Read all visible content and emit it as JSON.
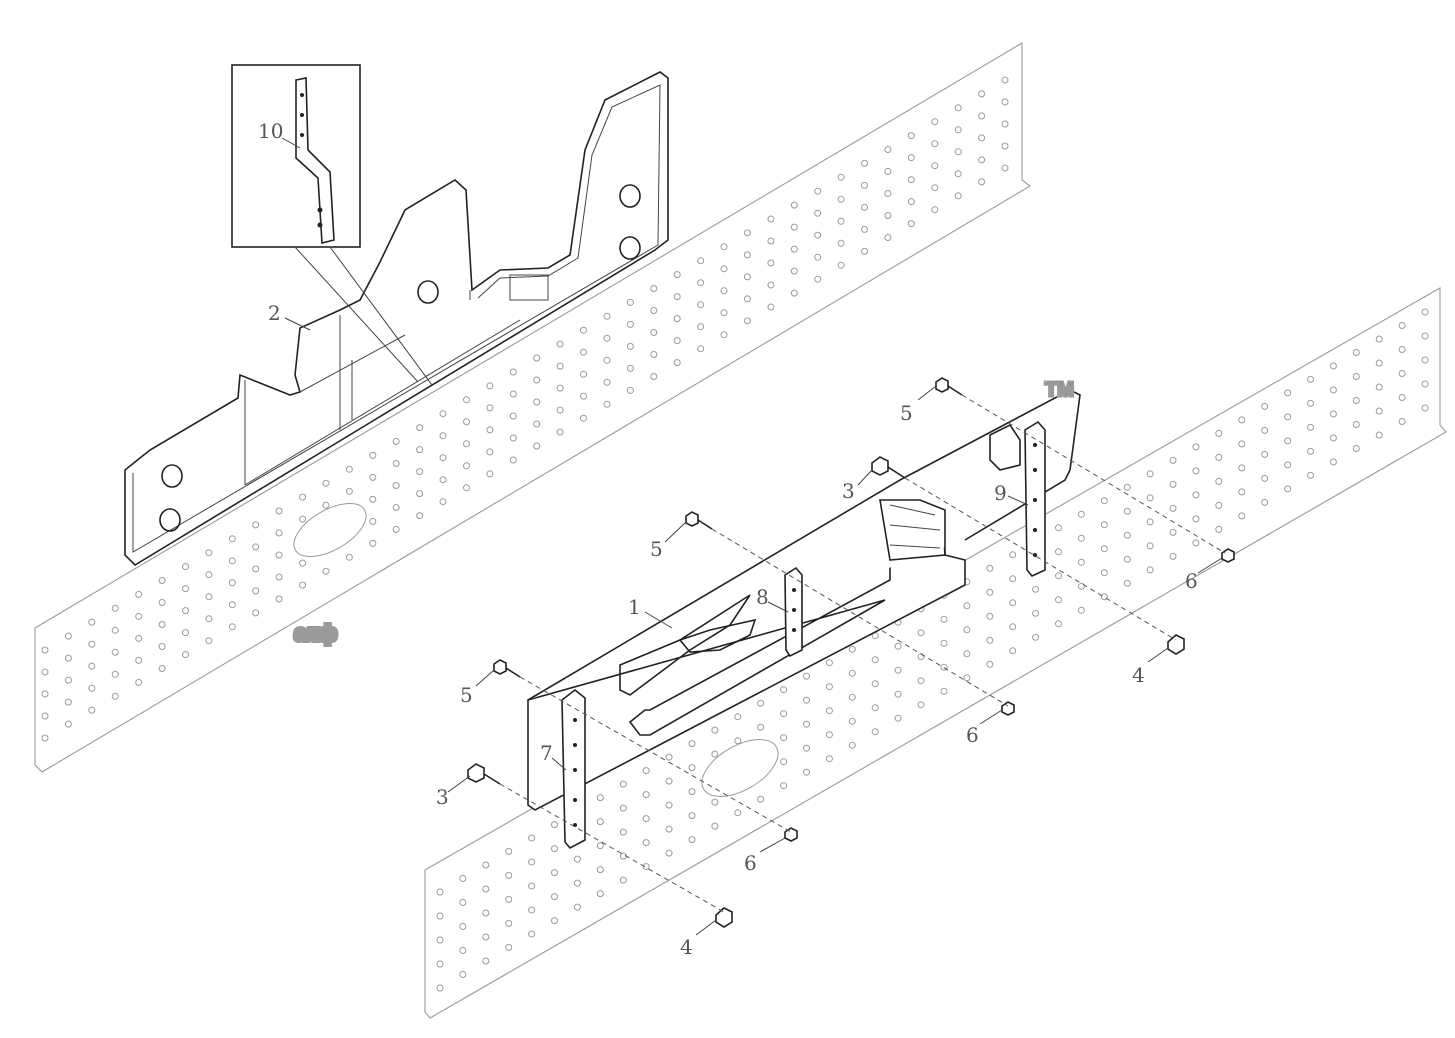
{
  "callouts": [
    {
      "id": "c1",
      "label": "1"
    },
    {
      "id": "c2",
      "label": "2"
    },
    {
      "id": "c3a",
      "label": "3"
    },
    {
      "id": "c3b",
      "label": "3"
    },
    {
      "id": "c4a",
      "label": "4"
    },
    {
      "id": "c4b",
      "label": "4"
    },
    {
      "id": "c5a",
      "label": "5"
    },
    {
      "id": "c5b",
      "label": "5"
    },
    {
      "id": "c5c",
      "label": "5"
    },
    {
      "id": "c6a",
      "label": "6"
    },
    {
      "id": "c6b",
      "label": "6"
    },
    {
      "id": "c6c",
      "label": "6"
    },
    {
      "id": "c7",
      "label": "7"
    },
    {
      "id": "c8",
      "label": "8"
    },
    {
      "id": "c9",
      "label": "9"
    },
    {
      "id": "c10",
      "label": "10"
    }
  ],
  "watermark": {
    "text": "алф",
    "tm": "TM"
  }
}
